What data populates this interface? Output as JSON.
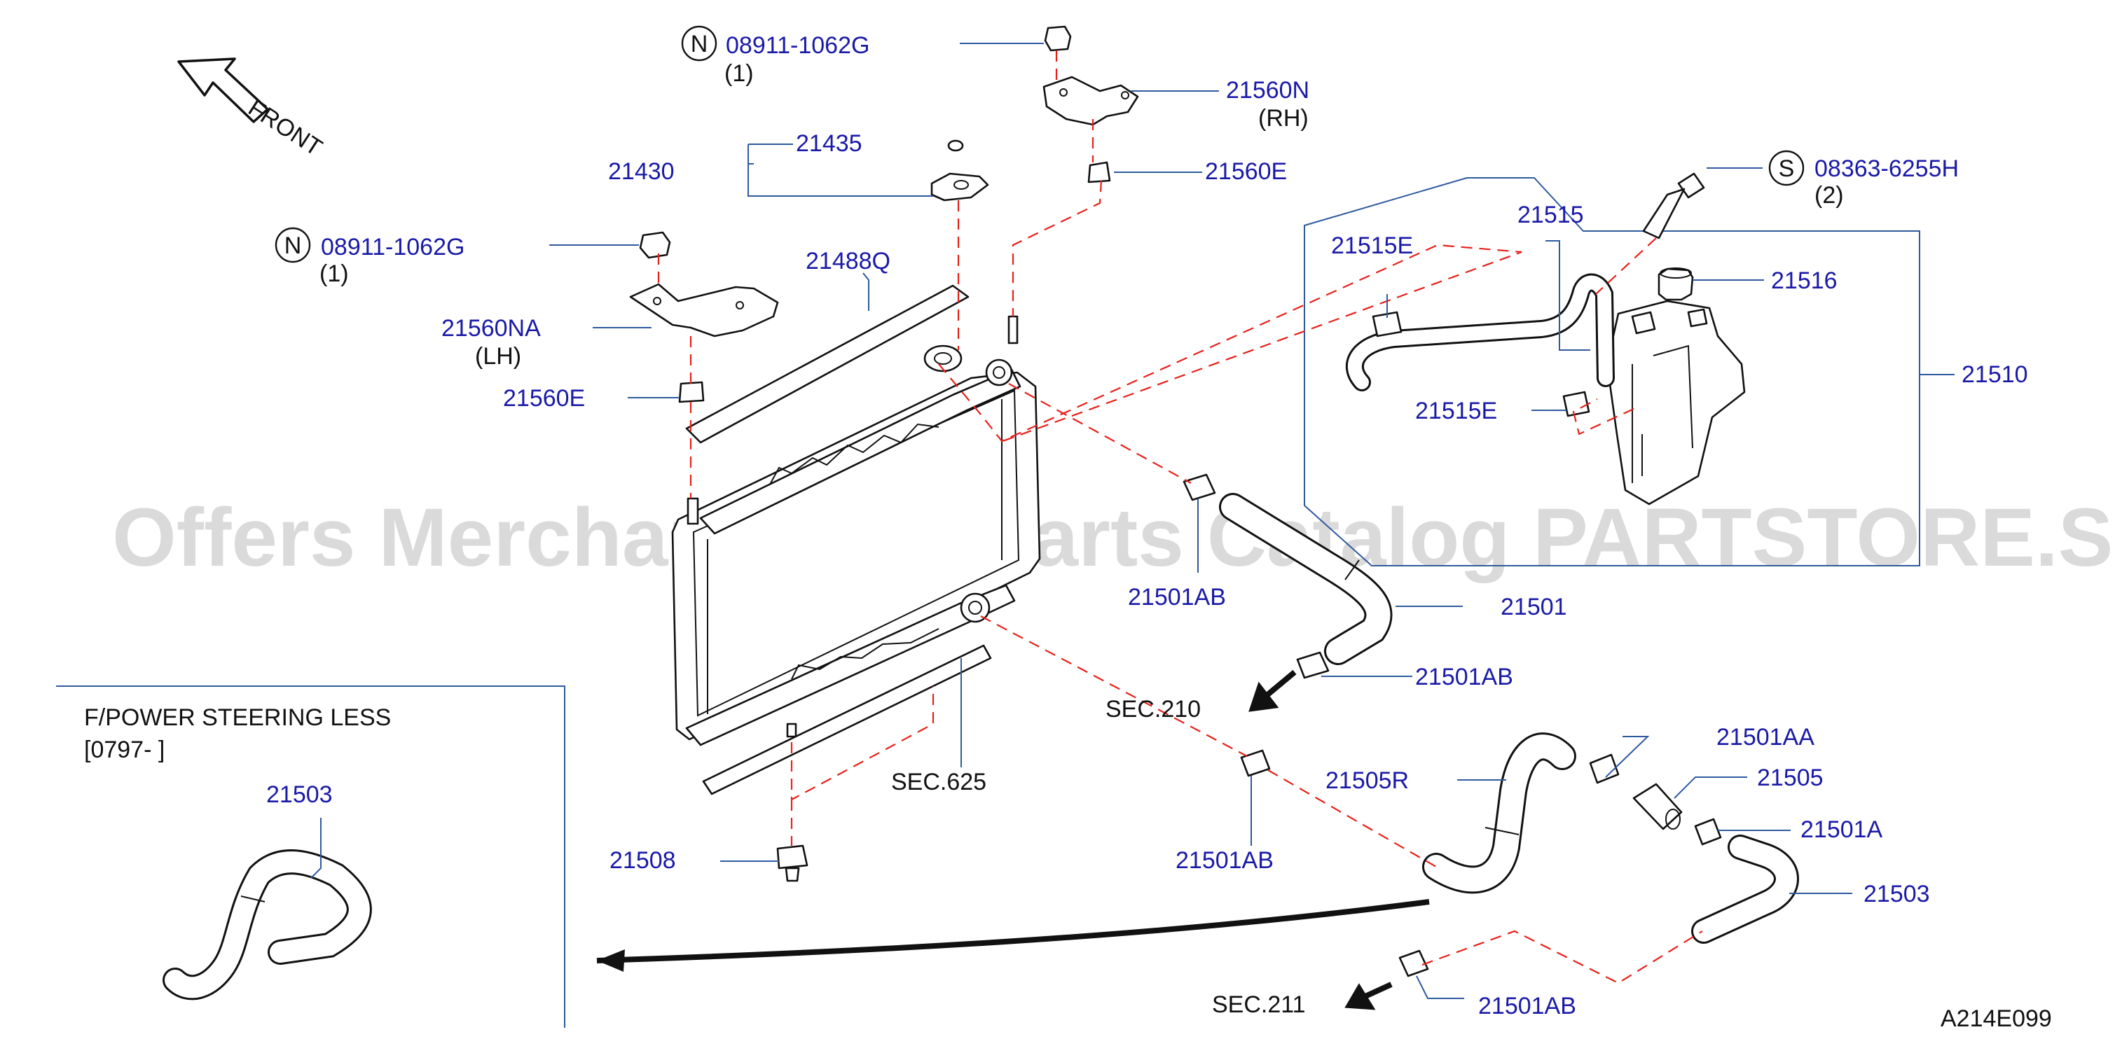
{
  "diagram": {
    "orientation_label": "FRONT",
    "watermark": "Offers Merchant Auto Parts Catalog PARTSTORE.SA",
    "figure_code": "A214E099",
    "inset": {
      "line1": "F/POWER  STEERING  LESS",
      "line2": "[0797-                     ]",
      "part": "21503"
    },
    "labels": {
      "n_top": "N",
      "n_top_pn": "08911-1062G",
      "n_top_qty": "(1)",
      "p21560n": "21560N",
      "rh": "(RH)",
      "p21435": "21435",
      "p21430": "21430",
      "p21560e_top": "21560E",
      "s_sym": "S",
      "s_pn": "08363-6255H",
      "s_qty": "(2)",
      "n_left": "N",
      "n_left_pn": "08911-1062G",
      "n_left_qty": "(1)",
      "p21488q": "21488Q",
      "p21515": "21515",
      "p21515e_top": "21515E",
      "p21516": "21516",
      "p21560na": "21560NA",
      "lh": "(LH)",
      "p21510": "21510",
      "p21560e_left": "21560E",
      "p21515e_bottom": "21515E",
      "p21501ab_a": "21501AB",
      "p21501": "21501",
      "p21501ab_b": "21501AB",
      "sec210": "SEC.210",
      "p21501aa": "21501AA",
      "p21505": "21505",
      "p21505r": "21505R",
      "sec625": "SEC.625",
      "p21501a": "21501A",
      "p21508": "21508",
      "p21501ab_c": "21501AB",
      "p21503": "21503",
      "sec211": "SEC.211",
      "p21501ab_d": "21501AB"
    }
  }
}
